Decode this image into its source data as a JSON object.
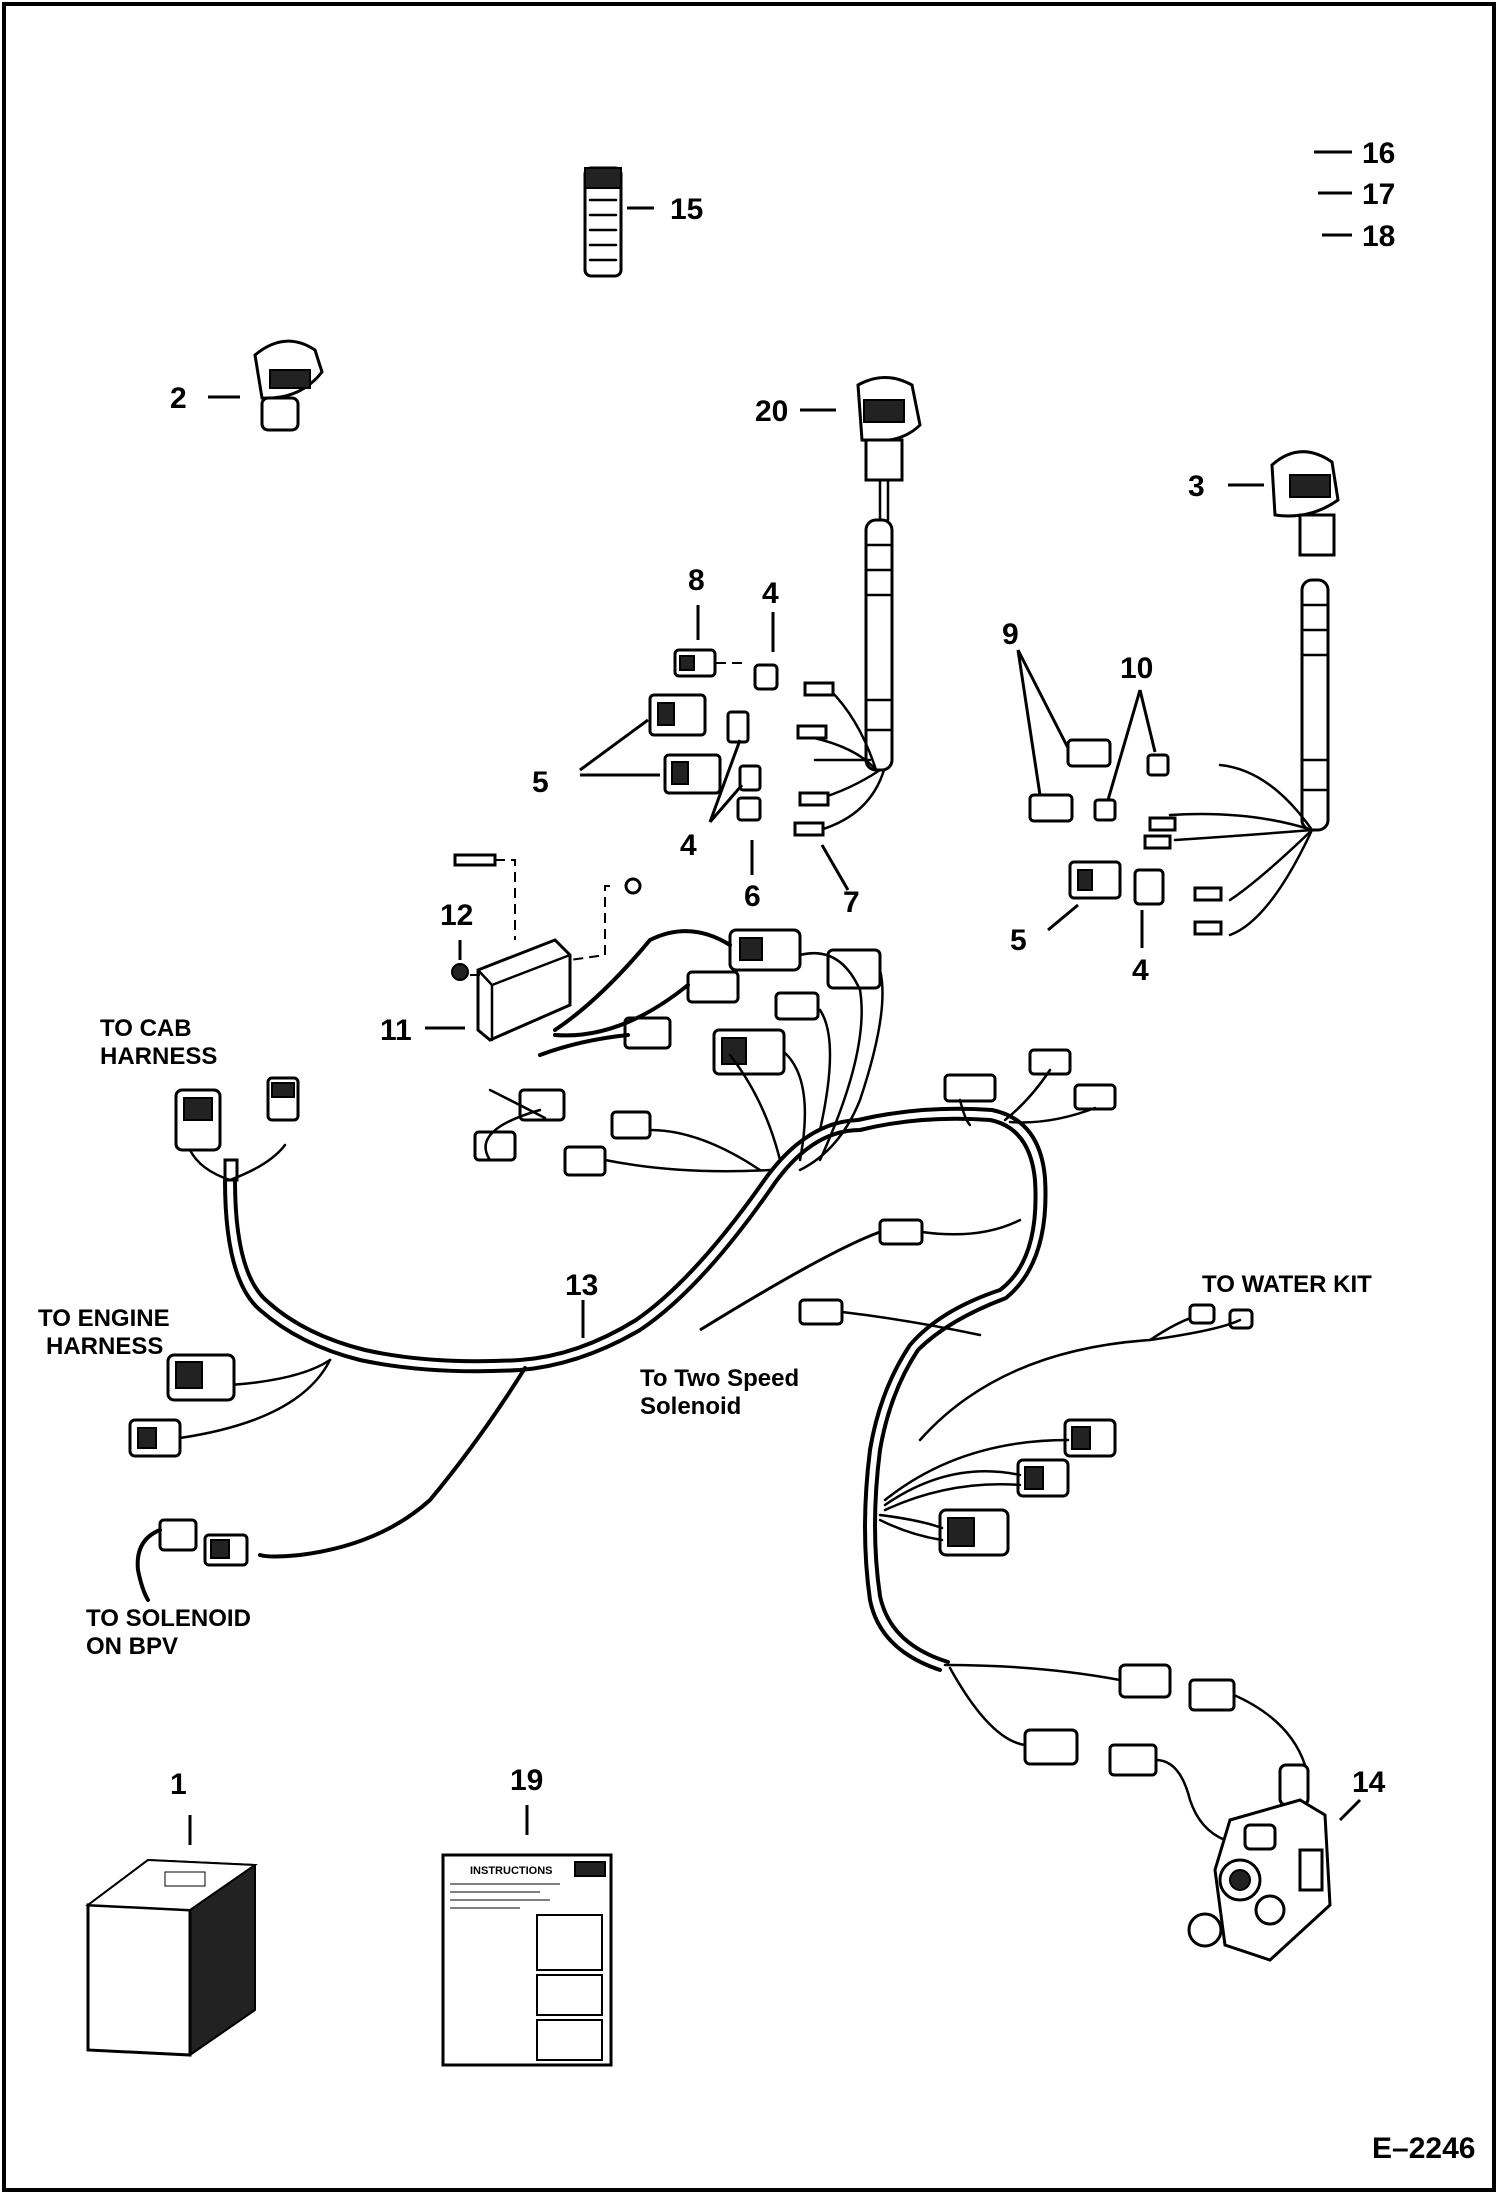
{
  "callouts": {
    "c1": "1",
    "c2": "2",
    "c3": "3",
    "c4a": "4",
    "c4b": "4",
    "c4c": "4",
    "c5a": "5",
    "c5b": "5",
    "c6": "6",
    "c7": "7",
    "c8": "8",
    "c9": "9",
    "c10": "10",
    "c11": "11",
    "c12": "12",
    "c13": "13",
    "c14": "14",
    "c15": "15",
    "c16": "16",
    "c17": "17",
    "c18": "18",
    "c19": "19",
    "c20": "20"
  },
  "notes": {
    "cab_1": "TO CAB",
    "cab_2": "HARNESS",
    "engine_1": "TO ENGINE",
    "engine_2": "HARNESS",
    "solenoid_1": "TO SOLENOID",
    "solenoid_2": "ON BPV",
    "two_speed_1": "To Two Speed",
    "two_speed_2": "Solenoid",
    "water_kit": "TO WATER KIT"
  },
  "doc": {
    "instructions_title": "INSTRUCTIONS"
  },
  "figure_id": "E–2246"
}
